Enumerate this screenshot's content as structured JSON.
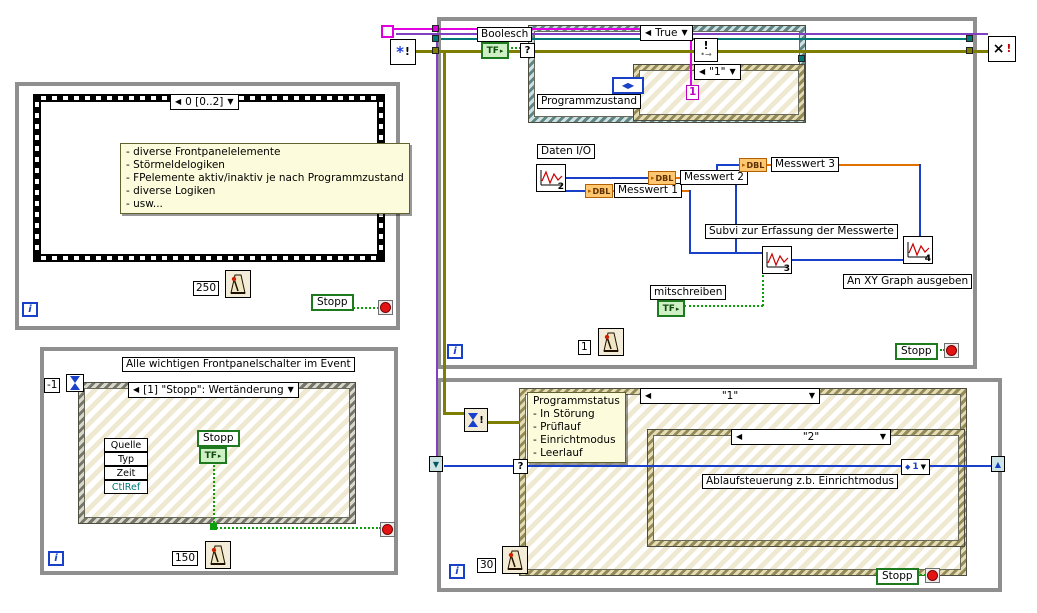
{
  "icons": {
    "left_arrow": "◀",
    "down_arrow": "▼",
    "up_arrow": "▲",
    "left_right_arrows": "◀▶",
    "small_arrow": "▸",
    "question": "?",
    "exclamation": "!",
    "star": "*",
    "close_x": "×",
    "dot_arrow": "•→",
    "diamond": "◆",
    "dots": "…"
  },
  "terminals": {
    "tf": "TF"
  },
  "loops": {
    "top_left": {
      "sequence_label": "0 [0..2]",
      "comment_lines": [
        "- diverse Frontpanelelemente",
        "- Störmeldelogiken",
        "- FPelemente aktiv/inaktiv je nach Programmzustand",
        "- diverse Logiken",
        "- usw..."
      ],
      "wait_value": "250",
      "stop_label": "Stopp",
      "iteration": "i"
    },
    "event_loop": {
      "title": "Alle wichtigen Frontpanelschalter im Event",
      "timeout_value": "-1",
      "event_case_label": "[1] \"Stopp\": Wertänderung",
      "event_fields": [
        "Quelle",
        "Typ",
        "Zeit",
        "CtlRef"
      ],
      "stop_label": "Stopp",
      "wait_value": "150",
      "iteration": "i"
    },
    "acquisition_loop": {
      "boolean_label": "Boolesch",
      "case_label": "True",
      "inner_case_label": "\"1\"",
      "state_label": "Programmzustand",
      "constant_one": "1",
      "daten_io_label": "Daten I/O",
      "dbl_label": "DBL",
      "messwert1": "Messwert 1",
      "messwert2": "Messwert 2",
      "messwert3": "Messwert 3",
      "subvi_comment": "Subvi zur Erfassung der Messwerte",
      "xy_graph_label": "An XY Graph ausgeben",
      "mitschreiben_label": "mitschreiben",
      "icon2_num": "2",
      "icon3_num": "3",
      "icon4_num": "4",
      "wait_value": "1",
      "stop_label": "Stopp",
      "iteration": "i"
    },
    "state_loop": {
      "case_label": "\"1\"",
      "inner_case_label": "\"2\"",
      "comment_lines": [
        "Programmstatus",
        "- In Störung",
        "- Prüflauf",
        "- Einrichtmodus",
        "- Leerlauf"
      ],
      "inner_comment": "Ablaufsteuerung z.b. Einrichtmodus",
      "enum_value": "1",
      "wait_value": "30",
      "stop_label": "Stopp",
      "iteration": "i"
    }
  }
}
